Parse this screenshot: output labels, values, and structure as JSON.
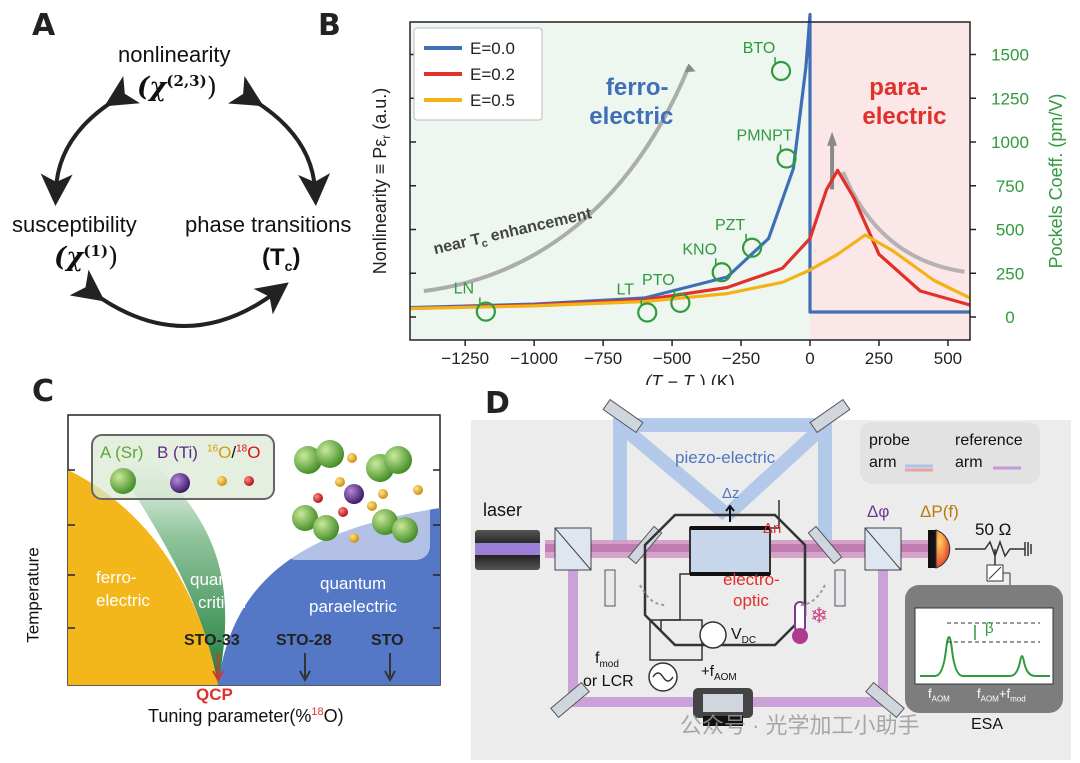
{
  "panel_a": {
    "label": "A",
    "top_title": "nonlinearity",
    "top_symbol": "(χ",
    "top_sup": "(2,3)",
    "top_close": ")",
    "left_title": "susceptibility",
    "left_symbol": "(χ",
    "left_sup": "(1)",
    "left_close": ")",
    "right_title": "phase transitions",
    "right_symbol": "(T",
    "right_sub": "c",
    "right_close": ")"
  },
  "panel_b": {
    "label": "B",
    "ylabel_left": "Nonlinearity ≡ Pε",
    "ylabel_left_sub": "r",
    "ylabel_left_unit": "(a.u.)",
    "ylabel_right": "Pockels Coeff. (pm/V)",
    "xlabel": "(T − T",
    "xlabel_sub": "c",
    "xlabel_unit": ") (K)",
    "ferro_line1": "ferro-",
    "ferro_line2": "electric",
    "para_line1": "para-",
    "para_line2": "electric",
    "enhance_text": "near T",
    "enhance_sub": "c",
    "enhance_rest": " enhancement",
    "materials": [
      "LN",
      "LT",
      "PTO",
      "KNO",
      "PZT",
      "PMNPT",
      "BTO"
    ],
    "colors": {
      "E0": "#3f6fb6",
      "E02": "#e0312b",
      "E05": "#f2b318",
      "green": "#2f9a3e",
      "ferro_bg": "#eef6f0",
      "para_bg": "#fbe7e7"
    }
  },
  "chart_data": {
    "type": "line",
    "xlabel": "(T − Tc) (K)",
    "ylabel": "Nonlinearity ≡ Pεr (a.u.)",
    "y2label": "Pockels Coeff. (pm/V)",
    "xlim": [
      -1450,
      580
    ],
    "x_ticks": [
      "−1250",
      "−1000",
      "−750",
      "−500",
      "−250",
      "0",
      "250",
      "500"
    ],
    "y2_ticks": [
      "0",
      "250",
      "500",
      "750",
      "1000",
      "1250",
      "1500"
    ],
    "legend_position": "top-left",
    "series": [
      {
        "name": "E=0.0",
        "x": [
          -1450,
          -1000,
          -600,
          -300,
          -150,
          -60,
          -15,
          0,
          0,
          20,
          100,
          300,
          580
        ],
        "values": [
          25,
          45,
          80,
          200,
          420,
          820,
          1400,
          1700,
          0,
          0,
          0,
          0,
          0
        ]
      },
      {
        "name": "E=0.2",
        "x": [
          -1450,
          -1000,
          -600,
          -300,
          -100,
          0,
          60,
          100,
          160,
          250,
          400,
          580
        ],
        "values": [
          20,
          40,
          70,
          140,
          250,
          420,
          700,
          810,
          650,
          330,
          120,
          40
        ]
      },
      {
        "name": "E=0.5",
        "x": [
          -1450,
          -1000,
          -600,
          -300,
          -100,
          0,
          100,
          200,
          300,
          450,
          580
        ],
        "values": [
          20,
          35,
          60,
          105,
          170,
          240,
          330,
          440,
          350,
          180,
          80
        ]
      }
    ],
    "annotations": [
      {
        "label": "LN",
        "x": -1175,
        "y2": 25
      },
      {
        "label": "LT",
        "x": -590,
        "y2": 20
      },
      {
        "label": "PTO",
        "x": -470,
        "y2": 75
      },
      {
        "label": "KNO",
        "x": -320,
        "y2": 250
      },
      {
        "label": "PZT",
        "x": -210,
        "y2": 390
      },
      {
        "label": "PMNPT",
        "x": -85,
        "y2": 900
      },
      {
        "label": "BTO",
        "x": -105,
        "y2": 1400
      }
    ]
  },
  "panel_c": {
    "label": "C",
    "ylabel": "Temperature",
    "xlabel": "Tuning parameter(%",
    "xlabel_sup": "18",
    "xlabel_end": "O)",
    "legend_a": "A (Sr)",
    "legend_b": "B (Ti)",
    "legend_o16_sup": "16",
    "legend_o16": "O",
    "legend_slash": "/",
    "legend_o18_sup": "18",
    "legend_o18": "O",
    "region_ferro1": "ferro-",
    "region_ferro2": "electric",
    "region_qc1": "quantum",
    "region_qc2": "critical",
    "region_qp1": "quantum",
    "region_qp2": "paraelectric",
    "sto33": "STO-33",
    "sto28": "STO-28",
    "sto": "STO",
    "qcp": "QCP",
    "colors": {
      "ferro": "#f4b71b",
      "qc": "#2c8f47",
      "qp": "#5477c6",
      "qcp": "#e0312b"
    }
  },
  "panel_d": {
    "label": "D",
    "laser": "laser",
    "piezo": "piezo-electric",
    "dz": "Δz",
    "dn": "Δn",
    "electro1": "electro-",
    "electro2": "optic",
    "dphi": "Δφ",
    "dp": "ΔP(f)",
    "ohm": "50 Ω",
    "vdc": "V",
    "vdc_sub": "DC",
    "fmod": "f",
    "fmod_sub": "mod",
    "or_lcr": "or LCR",
    "faom": "+f",
    "faom_sub": "AOM",
    "probe1": "probe",
    "probe2": "arm",
    "ref1": "reference",
    "ref2": "arm",
    "beta": "β",
    "esa_f1": "f",
    "esa_f1_sub": "AOM",
    "esa_f2": "f",
    "esa_f2_sub": "AOM",
    "esa_f2_plus": "+f",
    "esa_f2_plus_sub": "mod",
    "esa": "ESA",
    "watermark": "公众号 · 光学加工小助手"
  }
}
